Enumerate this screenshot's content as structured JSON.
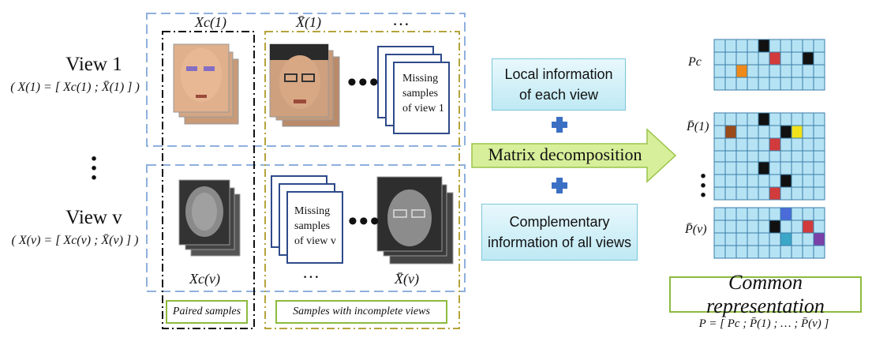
{
  "view1": {
    "title": "View 1",
    "formula": "( X(1) = [ Xc(1) ; X̄(1) ] )"
  },
  "viewv": {
    "title": "View v",
    "formula": "( X(v) = [ Xc(v) ; X̄(v) ] )"
  },
  "labels": {
    "xc1": "Xc(1)",
    "xbar1": "X̄(1)",
    "xcv": "Xc(v)",
    "xbarv": "X̄(v)",
    "ellipsis": "…",
    "dots_mid": "•••"
  },
  "missing": {
    "view1": [
      "Missing",
      "samples",
      "of view 1"
    ],
    "viewv": [
      "Missing",
      "samples",
      "of view v"
    ]
  },
  "captions": {
    "paired": "Paired samples",
    "incomplete": "Samples with incomplete views"
  },
  "info": {
    "local": [
      "Local information",
      "of each view"
    ],
    "matrix": "Matrix decomposition",
    "complementary": [
      "Complementary",
      "information of all views"
    ]
  },
  "matrix_labels": {
    "pc": "Pc",
    "p1": "P̄(1)",
    "pv": "P̄(v)"
  },
  "common": {
    "title": "Common representation",
    "formula": "P = [ Pc ; P̄(1) ; … ; P̄(v) ]"
  },
  "colors": {
    "dash_blue": "#8fb0dd",
    "dash_black": "#111111",
    "dash_olive": "#b5a33a",
    "green_border": "#8dbb3f",
    "arrow_fill": "#d7ef9a",
    "plus": "#3b6fc4",
    "cell": "#b6e3f4",
    "black": "#111111",
    "red": "#d23b3b",
    "orange": "#ef8a1a",
    "brown": "#9b4a1a",
    "yellow": "#f2e21a",
    "blue": "#4a6bd8",
    "teal": "#3aa6c8",
    "purple": "#7b3fa8"
  }
}
